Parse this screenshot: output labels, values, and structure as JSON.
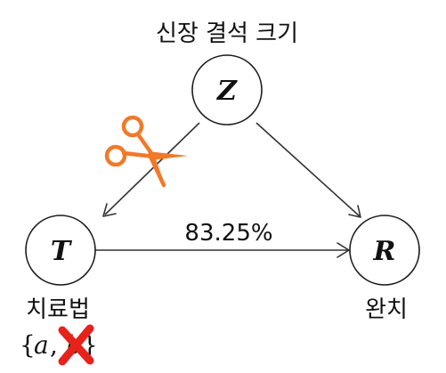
{
  "nodes": {
    "z": {
      "letter": "Z",
      "label": "신장 결석 크기"
    },
    "t": {
      "letter": "T",
      "label": "치료법"
    },
    "r": {
      "letter": "R",
      "label": "완치"
    }
  },
  "edges": {
    "t_to_r": {
      "label": "83.25%"
    }
  },
  "treatment_set": {
    "open": "{",
    "first": "a",
    "comma": ",",
    "second": "b",
    "close": "}"
  },
  "colors": {
    "scissors": "#f07a2a",
    "cross": "#e5231b"
  },
  "icons": {
    "cut": "scissors-icon",
    "removed": "red-x-icon"
  }
}
